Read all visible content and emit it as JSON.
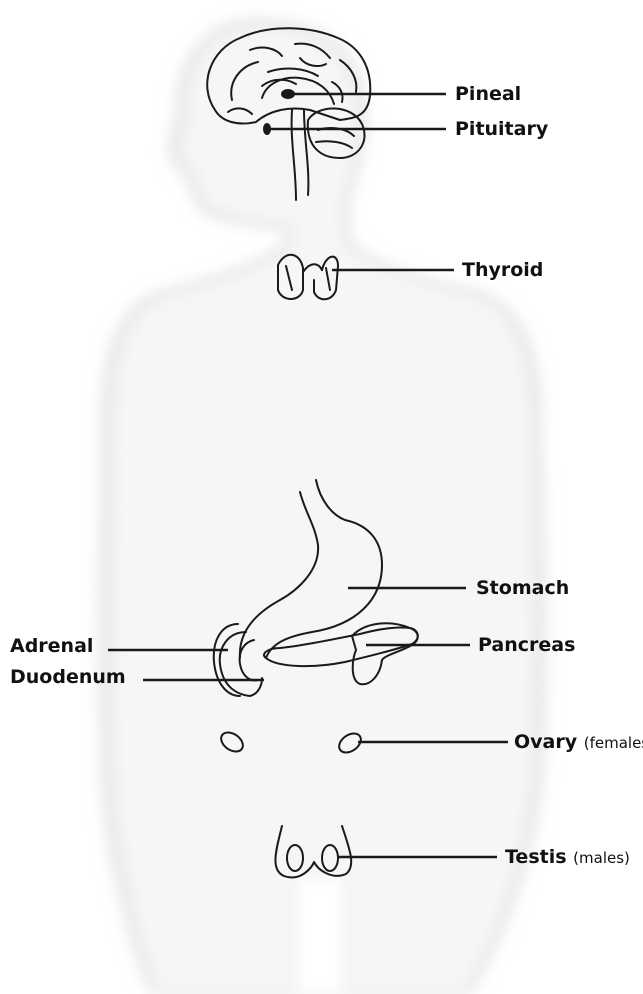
{
  "colors": {
    "silhouette": "#e9e9e9",
    "outline": "#1a1a1a",
    "text": "#111111"
  },
  "labels": {
    "pineal": "Pineal",
    "pituitary": "Pituitary",
    "thyroid": "Thyroid",
    "stomach": "Stomach",
    "pancreas": "Pancreas",
    "adrenal": "Adrenal",
    "duodenum": "Duodenum",
    "ovary": "Ovary",
    "ovary_note": "(females)",
    "testis": "Testis",
    "testis_note": "(males)"
  }
}
